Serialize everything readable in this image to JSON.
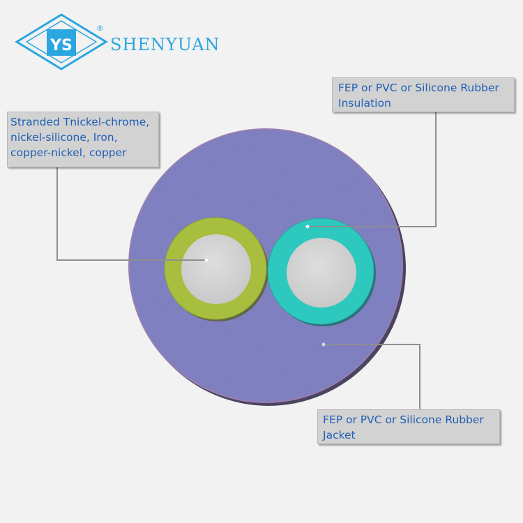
{
  "brand": {
    "name": "SHENYUAN",
    "logo_letters": "YS",
    "registered_mark": "®",
    "color": "#2aa6e0"
  },
  "callouts": {
    "conductor": {
      "lines": [
        "Stranded Tnickel-chrome,",
        "nickel-silicone,  Iron,",
        "copper-nickel,  copper"
      ]
    },
    "insulation": {
      "lines": [
        "FEP or PVC or Silicone Rubber",
        "Insulation"
      ]
    },
    "jacket": {
      "lines": [
        "FEP or PVC or Silicone Rubber",
        "Jacket"
      ]
    }
  },
  "colors": {
    "jacket": "#7b7cc0",
    "jacket_rim": "#9a7fb0",
    "insulation_left": "#a7be3f",
    "insulation_right": "#2ec9be",
    "conductor": "#d6d6d6",
    "label_text": "#1f5fb4",
    "label_bg": "#d2d2d2",
    "leader_line": "#8e8e8e"
  }
}
